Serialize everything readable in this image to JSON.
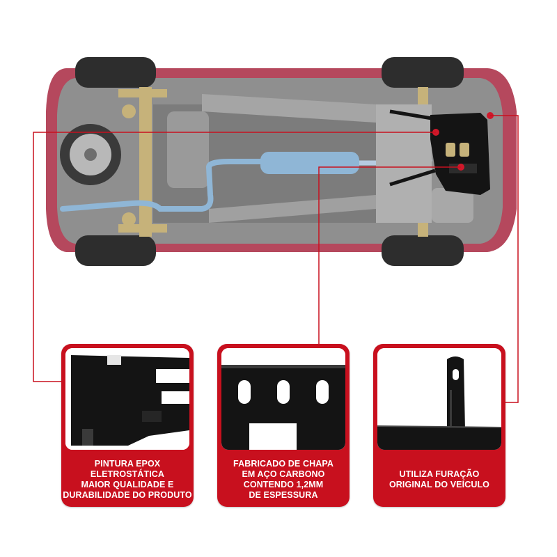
{
  "colors": {
    "brand_red": "#c8101e",
    "car_body": "#b5485d",
    "underbody": "#8f8f8f",
    "exhaust": "#8fb6d6",
    "suspension": "#c6b27a",
    "skid_plate": "#141414"
  },
  "features": [
    {
      "caption_lines": [
        "PINTURA EPOX",
        "ELETROSTÁTICA",
        "MAIOR QUALIDADE E",
        "DURABILIDADE DO PRODUTO"
      ],
      "photo_icon": "painted-plate-closeup"
    },
    {
      "caption_lines": [
        "FABRICADO DE CHAPA",
        "EM AÇO CARBONO",
        "CONTENDO 1,2MM",
        "DE ESPESSURA"
      ],
      "photo_icon": "slotted-plate-closeup"
    },
    {
      "caption_lines": [
        "UTILIZA FURAÇÃO",
        "ORIGINAL DO VEÍCULO"
      ],
      "photo_icon": "mounting-bracket-closeup"
    }
  ]
}
